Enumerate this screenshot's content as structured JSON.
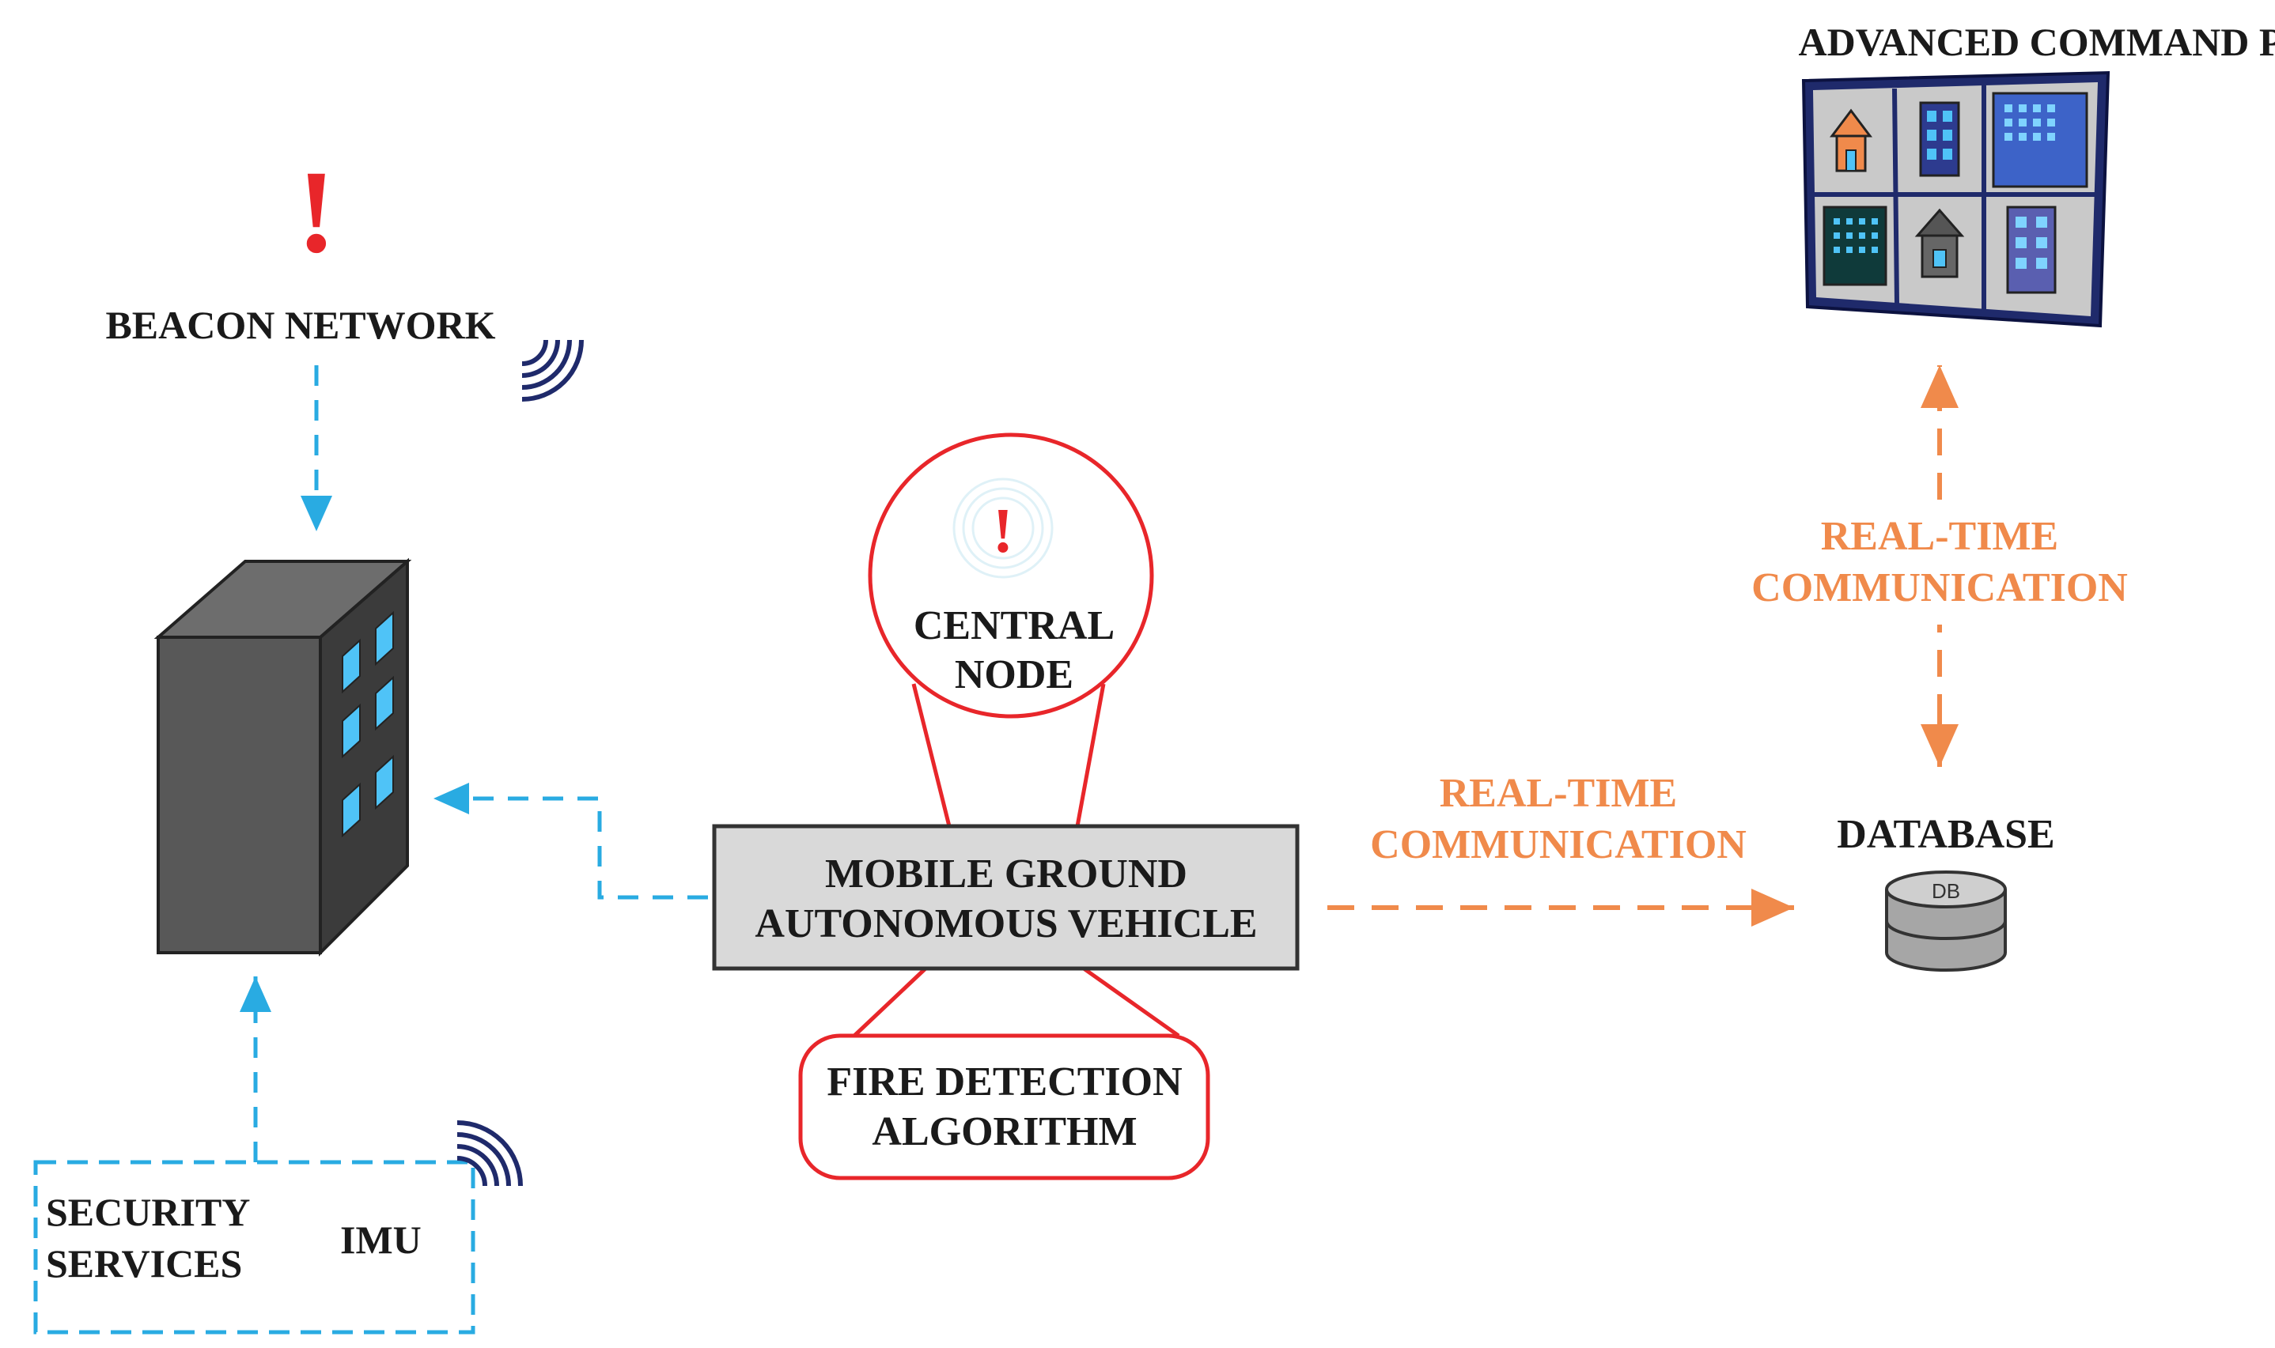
{
  "colors": {
    "blue_dash": "#29ABE2",
    "orange": "#F08A4B",
    "red": "#E8262A",
    "dark": "#1a1a1a",
    "building": "#4d4d4d",
    "window": "#4FC3F7",
    "navy": "#1F2A6B",
    "gray_box": "#d9d9d9"
  },
  "beacon": {
    "mark": "!",
    "label": "BEACON NETWORK",
    "icon": "wifi-signal-icon"
  },
  "building": {
    "icon": "building-icon"
  },
  "central_node": {
    "mark": "!",
    "line1": "CENTRAL",
    "line2": "NODE"
  },
  "vehicle": {
    "line1": "MOBILE GROUND",
    "line2": "AUTONOMOUS VEHICLE"
  },
  "fire_detection": {
    "line1": "FIRE DETECTION",
    "line2": "ALGORITHM"
  },
  "security": {
    "line1": "SECURITY",
    "line2": "SERVICES",
    "imu": "IMU",
    "icon": "wifi-signal-icon"
  },
  "link_vehicle_db": {
    "line1": "REAL-TIME",
    "line2": "COMMUNICATION"
  },
  "link_db_post": {
    "line1": "REAL-TIME",
    "line2": "COMMUNICATION"
  },
  "database": {
    "label": "DATABASE",
    "icon_text": "DB"
  },
  "command_post": {
    "label": "ADVANCED COMMAND POST",
    "tiles": [
      "house-icon",
      "building-icon",
      "building-icon",
      "building-icon",
      "house-icon",
      "building-icon"
    ]
  }
}
